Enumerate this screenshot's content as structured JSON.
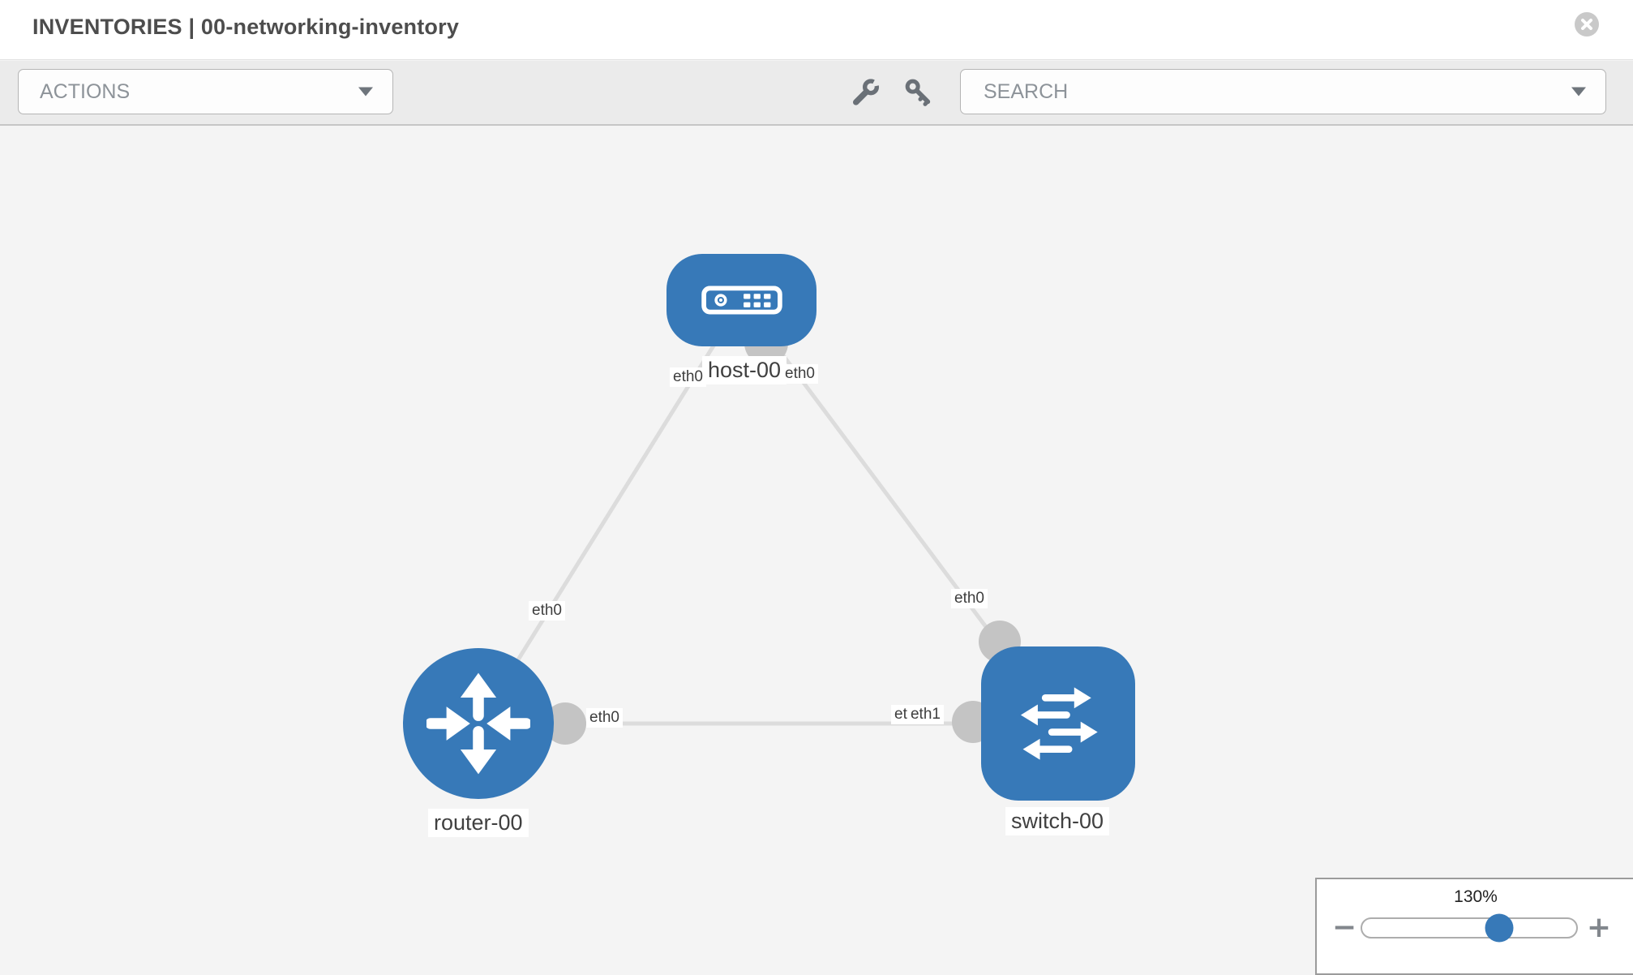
{
  "header": {
    "title": "INVENTORIES | 00-networking-inventory"
  },
  "toolbar": {
    "actions_label": "ACTIONS",
    "search_placeholder": "SEARCH",
    "icons": [
      "wrench-icon",
      "key-icon"
    ]
  },
  "diagram": {
    "nodes": [
      {
        "id": "host-00",
        "type": "host",
        "label": "host-00"
      },
      {
        "id": "router-00",
        "type": "router",
        "label": "router-00"
      },
      {
        "id": "switch-00",
        "type": "switch",
        "label": "switch-00"
      }
    ],
    "links": [
      {
        "from": "host-00",
        "to": "router-00",
        "from_interface": "eth0",
        "to_interface": "eth0"
      },
      {
        "from": "host-00",
        "to": "switch-00",
        "from_interface": "eth0",
        "to_interface": "eth0"
      },
      {
        "from": "router-00",
        "to": "switch-00",
        "from_interface": "eth0",
        "to_interfaces": [
          "eth0",
          "eth1"
        ]
      }
    ]
  },
  "zoom": {
    "level": "130%",
    "minus_label": "−",
    "plus_label": "+"
  },
  "colors": {
    "node_blue": "#3779b8",
    "link_gray": "#dcdcdc",
    "interface_gray": "#c4c4c4",
    "canvas_bg": "#f4f4f4",
    "toolbar_bg": "#ebebeb"
  }
}
